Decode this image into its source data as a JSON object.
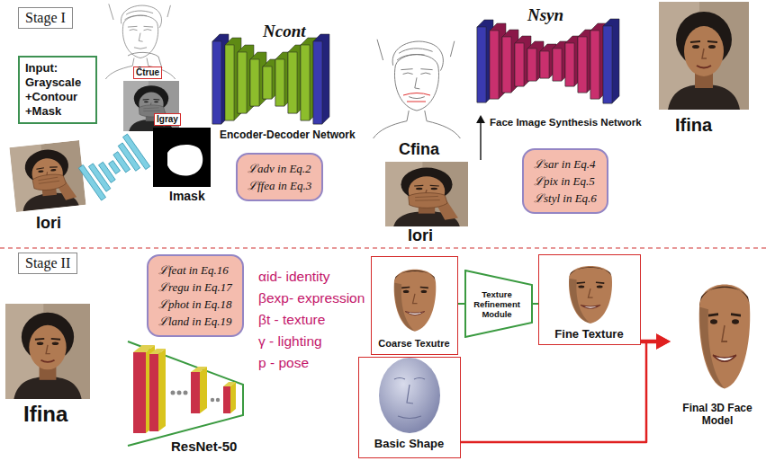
{
  "diagram": {
    "nodes": [
      {
        "text": [
          "Stage I"
        ]
      },
      {
        "text": [
          "Input: Grayscale +Contour +Mask"
        ]
      },
      {
        "text": [
          "Ĉtrue"
        ]
      },
      {
        "text": [
          "Igray"
        ]
      },
      {
        "text": [
          "Imask"
        ]
      },
      {
        "text": [
          "Iori"
        ]
      },
      {
        "text": [
          "Ncont",
          "Encoder-Decoder Network"
        ]
      },
      {
        "text": [
          "ℒadv in Eq.2",
          "ℒffea in Eq.3"
        ]
      },
      {
        "text": [
          "Cfina"
        ]
      },
      {
        "text": [
          "Iori"
        ]
      },
      {
        "text": [
          "Nsyn",
          "Face Image Synthesis Network"
        ]
      },
      {
        "text": [
          "ℒsar in Eq.4",
          "ℒpix in Eq.5",
          "ℒstyl in Eq.6"
        ]
      },
      {
        "text": [
          "Ifina"
        ]
      },
      {
        "text": [
          "Stage II"
        ]
      },
      {
        "text": [
          "ℒfeat in Eq.16",
          "ℒregu in Eq.17",
          "ℒphot in Eq.18",
          "ℒland in Eq.19"
        ]
      },
      {
        "text": [
          "Ifina"
        ]
      },
      {
        "text": [
          "ResNet-50"
        ]
      },
      {
        "text": [
          "Coarse Texutre"
        ]
      },
      {
        "text": [
          "Texture Refinement Module"
        ]
      },
      {
        "text": [
          "Fine Texture"
        ]
      },
      {
        "text": [
          "Basic Shape"
        ]
      },
      {
        "text": [
          "Final 3D Face Model"
        ]
      }
    ],
    "edges": [
      {
        "from": 9,
        "to": 10,
        "arrow": "to"
      },
      {
        "from": 17,
        "to": 18,
        "arrow": "none"
      },
      {
        "from": 18,
        "to": 19,
        "arrow": "none"
      },
      {
        "from": 19,
        "to": 21,
        "arrow": "to"
      },
      {
        "from": 20,
        "to": 21,
        "arrow": "to"
      }
    ],
    "labels": [
      "αid- identity",
      "βexp- expression",
      "βt - texture",
      "γ - lighting",
      "p - pose"
    ]
  }
}
